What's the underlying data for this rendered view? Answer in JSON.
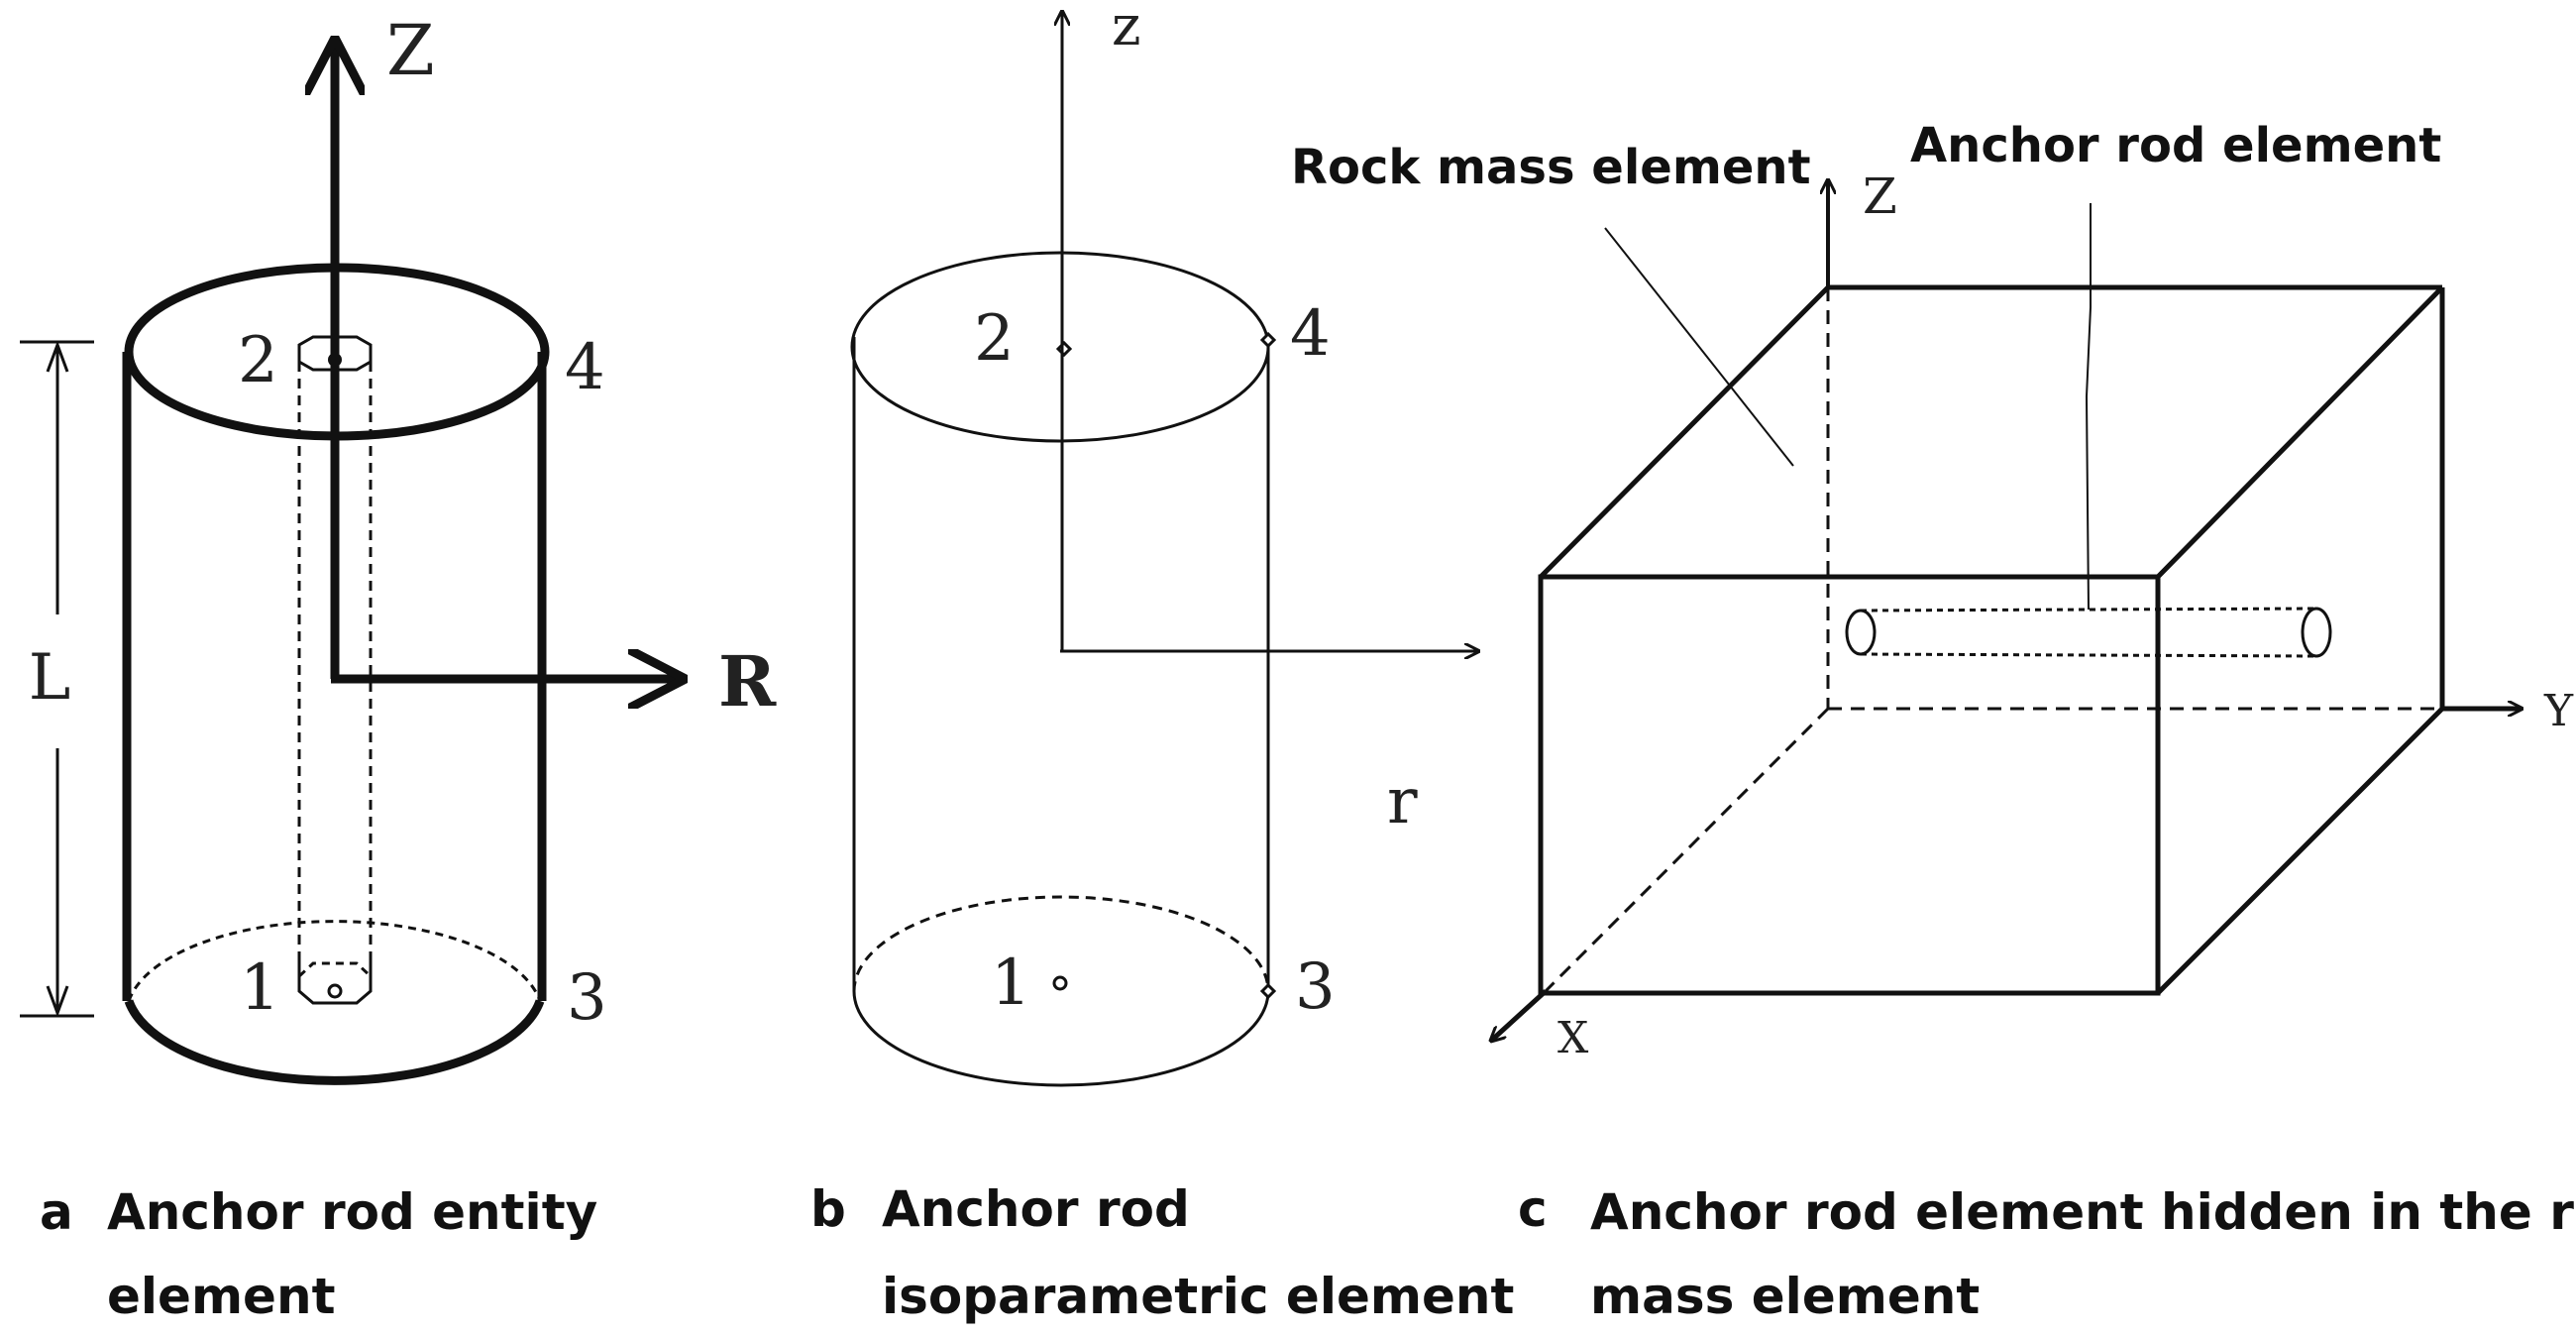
{
  "panel_a": {
    "axis_z": "Z",
    "axis_r": "R",
    "length": "L",
    "nodes": [
      "1",
      "2",
      "3",
      "4"
    ],
    "caption_letter": "a",
    "caption_line1": "Anchor rod entity",
    "caption_line2": "element"
  },
  "panel_b": {
    "axis_z": "z",
    "axis_r": "r",
    "nodes": [
      "1",
      "2",
      "3",
      "4"
    ],
    "caption_letter": "b",
    "caption_line1": "Anchor rod",
    "caption_line2": "isoparametric element"
  },
  "panel_c": {
    "label_rock": "Rock mass element",
    "label_rod": "Anchor rod element",
    "axis_z": "Z",
    "axis_y": "Y",
    "axis_x": "X",
    "caption_letter": "c",
    "caption_line1": "Anchor rod element hidden in the rock",
    "caption_line2": "mass element"
  }
}
